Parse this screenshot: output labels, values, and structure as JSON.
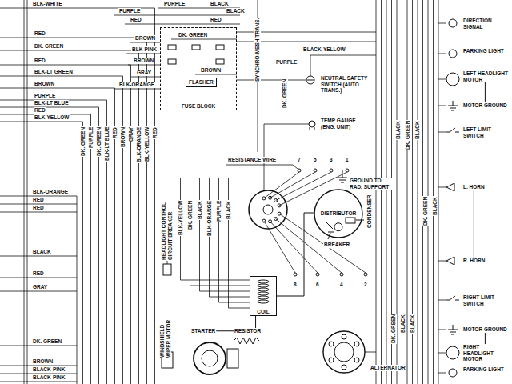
{
  "diagram": {
    "nodes": [
      {
        "text": [
          "FUSE BLOCK"
        ]
      },
      {
        "text": [
          "FLASHER"
        ],
        "in": 0
      },
      {
        "text": [
          "NEUTRAL SAFETY SWITCH (AUTO. TRANS.)"
        ]
      },
      {
        "text": [
          "TEMP GAUGE (ENG. UNIT)"
        ]
      },
      {
        "text": [
          "DISTRIBUTOR"
        ]
      },
      {
        "text": [
          "COIL"
        ]
      },
      {
        "text": [
          "RESISTOR"
        ]
      },
      {
        "text": [
          "STARTER"
        ]
      },
      {
        "text": [
          "ALTERNATOR"
        ]
      },
      {
        "text": [
          "WINDSHIELD WIPER MOTOR"
        ]
      },
      {
        "text": [
          "HEADLIGHT CONTROL CIRCUIT BREAKER"
        ]
      },
      {
        "text": [
          "DIRECTION SIGNAL"
        ]
      },
      {
        "text": [
          "PARKING LIGHT"
        ]
      },
      {
        "text": [
          "LEFT HEADLIGHT MOTOR"
        ]
      },
      {
        "text": [
          "MOTOR GROUND"
        ]
      },
      {
        "text": [
          "LEFT LIMIT SWITCH"
        ]
      },
      {
        "text": [
          "L. HORN"
        ]
      },
      {
        "text": [
          "R. HORN"
        ]
      },
      {
        "text": [
          "RIGHT LIMIT SWITCH"
        ]
      },
      {
        "text": [
          "MOTOR GROUND"
        ]
      },
      {
        "text": [
          "RIGHT HEADLIGHT MOTOR"
        ]
      },
      {
        "text": [
          "PARKING LIGHT"
        ]
      }
    ],
    "edges": [
      {
        "from": 7,
        "to": 6,
        "arrow": "none"
      },
      {
        "from": 6,
        "to": 5,
        "arrow": "none"
      },
      {
        "from": 5,
        "to": 4,
        "arrow": "none"
      },
      {
        "from": 13,
        "to": 14,
        "arrow": "none"
      },
      {
        "from": 16,
        "to": 17,
        "arrow": "none"
      },
      {
        "from": 20,
        "to": 19,
        "arrow": "none"
      }
    ],
    "labels": [
      "BLK-WHITE",
      "PURPLE",
      "PURPLE",
      "BLACK",
      "BLACK",
      "RED",
      "RED",
      "RED",
      "DK. GREEN",
      "BROWN",
      "DK. GREEN",
      "BLK-PINK",
      "BLACK-YELLOW",
      "PURPLE",
      "RED",
      "BROWN",
      "BLK-LT GREEN",
      "GRAY",
      "BROWN",
      "BROWN",
      "BLK-ORANGE",
      "PURPLE",
      "BLK-LT BLUE",
      "RED",
      "BLK-YELLOW",
      "SYNCHRO-MESH TRANS.",
      "DK. GREEN",
      "DK. GREEN",
      "PURPLE",
      "DK. GREEN",
      "BLK-LT BLUE",
      "RED",
      "BROWN",
      "GRAY",
      "BLK-ORANGE",
      "BLK-YELLOW",
      "RED",
      "BLK-ORANGE",
      "RED",
      "RED",
      "RESISTANCE WIRE",
      "7",
      "5",
      "3",
      "1",
      "GROUND TO RAD. SUPPORT",
      "BLK-YELLOW",
      "DK. GREEN",
      "BLACK",
      "BLK-ORANGE",
      "PURPLE",
      "BLACK",
      "CONDENSER",
      "BLACK",
      "BREAKER",
      "RED",
      "8",
      "6",
      "4",
      "2",
      "GRAY",
      "DK. GREEN",
      "BROWN",
      "BLACK-PINK",
      "BLACK-PINK",
      "BLACK",
      "DK. GREEN",
      "BLACK",
      "DK. GREEN",
      "BLACK",
      "DK. GREEN",
      "BLACK",
      "BLACK"
    ]
  }
}
